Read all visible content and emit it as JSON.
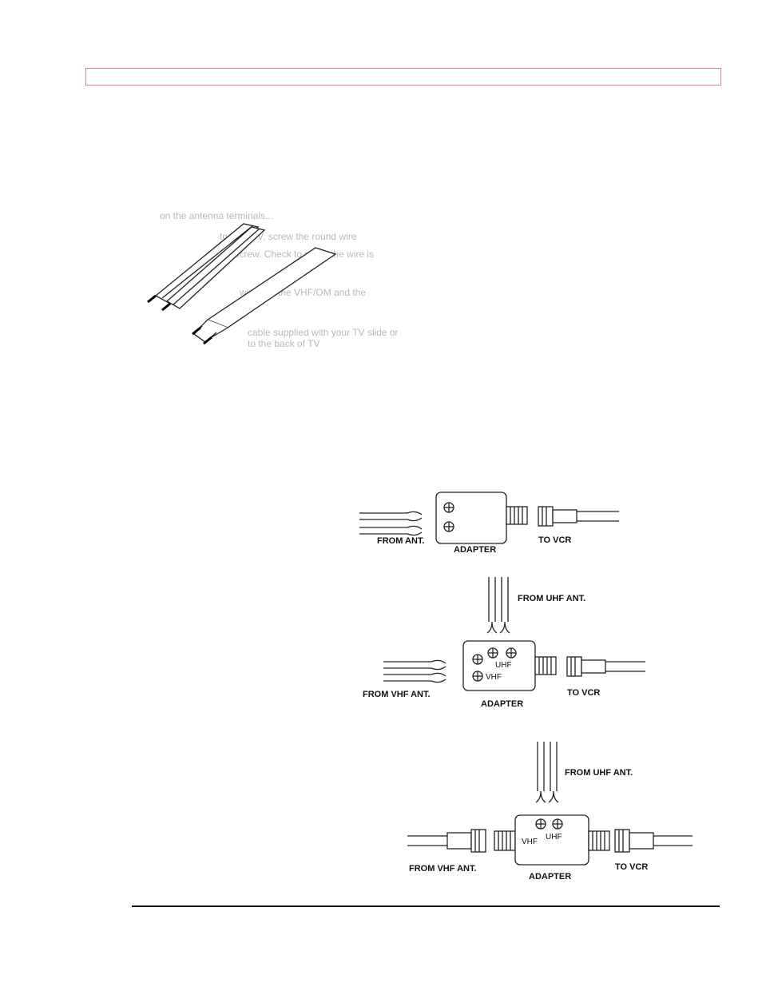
{
  "page": {
    "header_box": "",
    "figure_wire": {
      "bleed_lines": [
        "on the antenna terminals...",
        "to your TV, screw the round wire",
        "to screw. Check to make the wire is",
        "wire into the VHF/OM and the",
        "cable supplied with your TV slide or",
        "to the back of TV"
      ]
    },
    "figure_adapter_1": {
      "from_label": "FROM ANT.",
      "adapter_label": "ADAPTER",
      "to_label": "TO VCR"
    },
    "figure_adapter_2": {
      "uhf_label": "FROM UHF ANT.",
      "from_label": "FROM VHF ANT.",
      "adapter_label": "ADAPTER",
      "to_label": "TO VCR",
      "terminal_uhf": "UHF",
      "terminal_vhf": "VHF"
    },
    "figure_adapter_3": {
      "uhf_label": "FROM UHF ANT.",
      "from_label": "FROM VHF ANT.",
      "adapter_label": "ADAPTER",
      "to_label": "TO VCR",
      "terminal_vhf": "VHF",
      "terminal_uhf": "UHF"
    }
  }
}
